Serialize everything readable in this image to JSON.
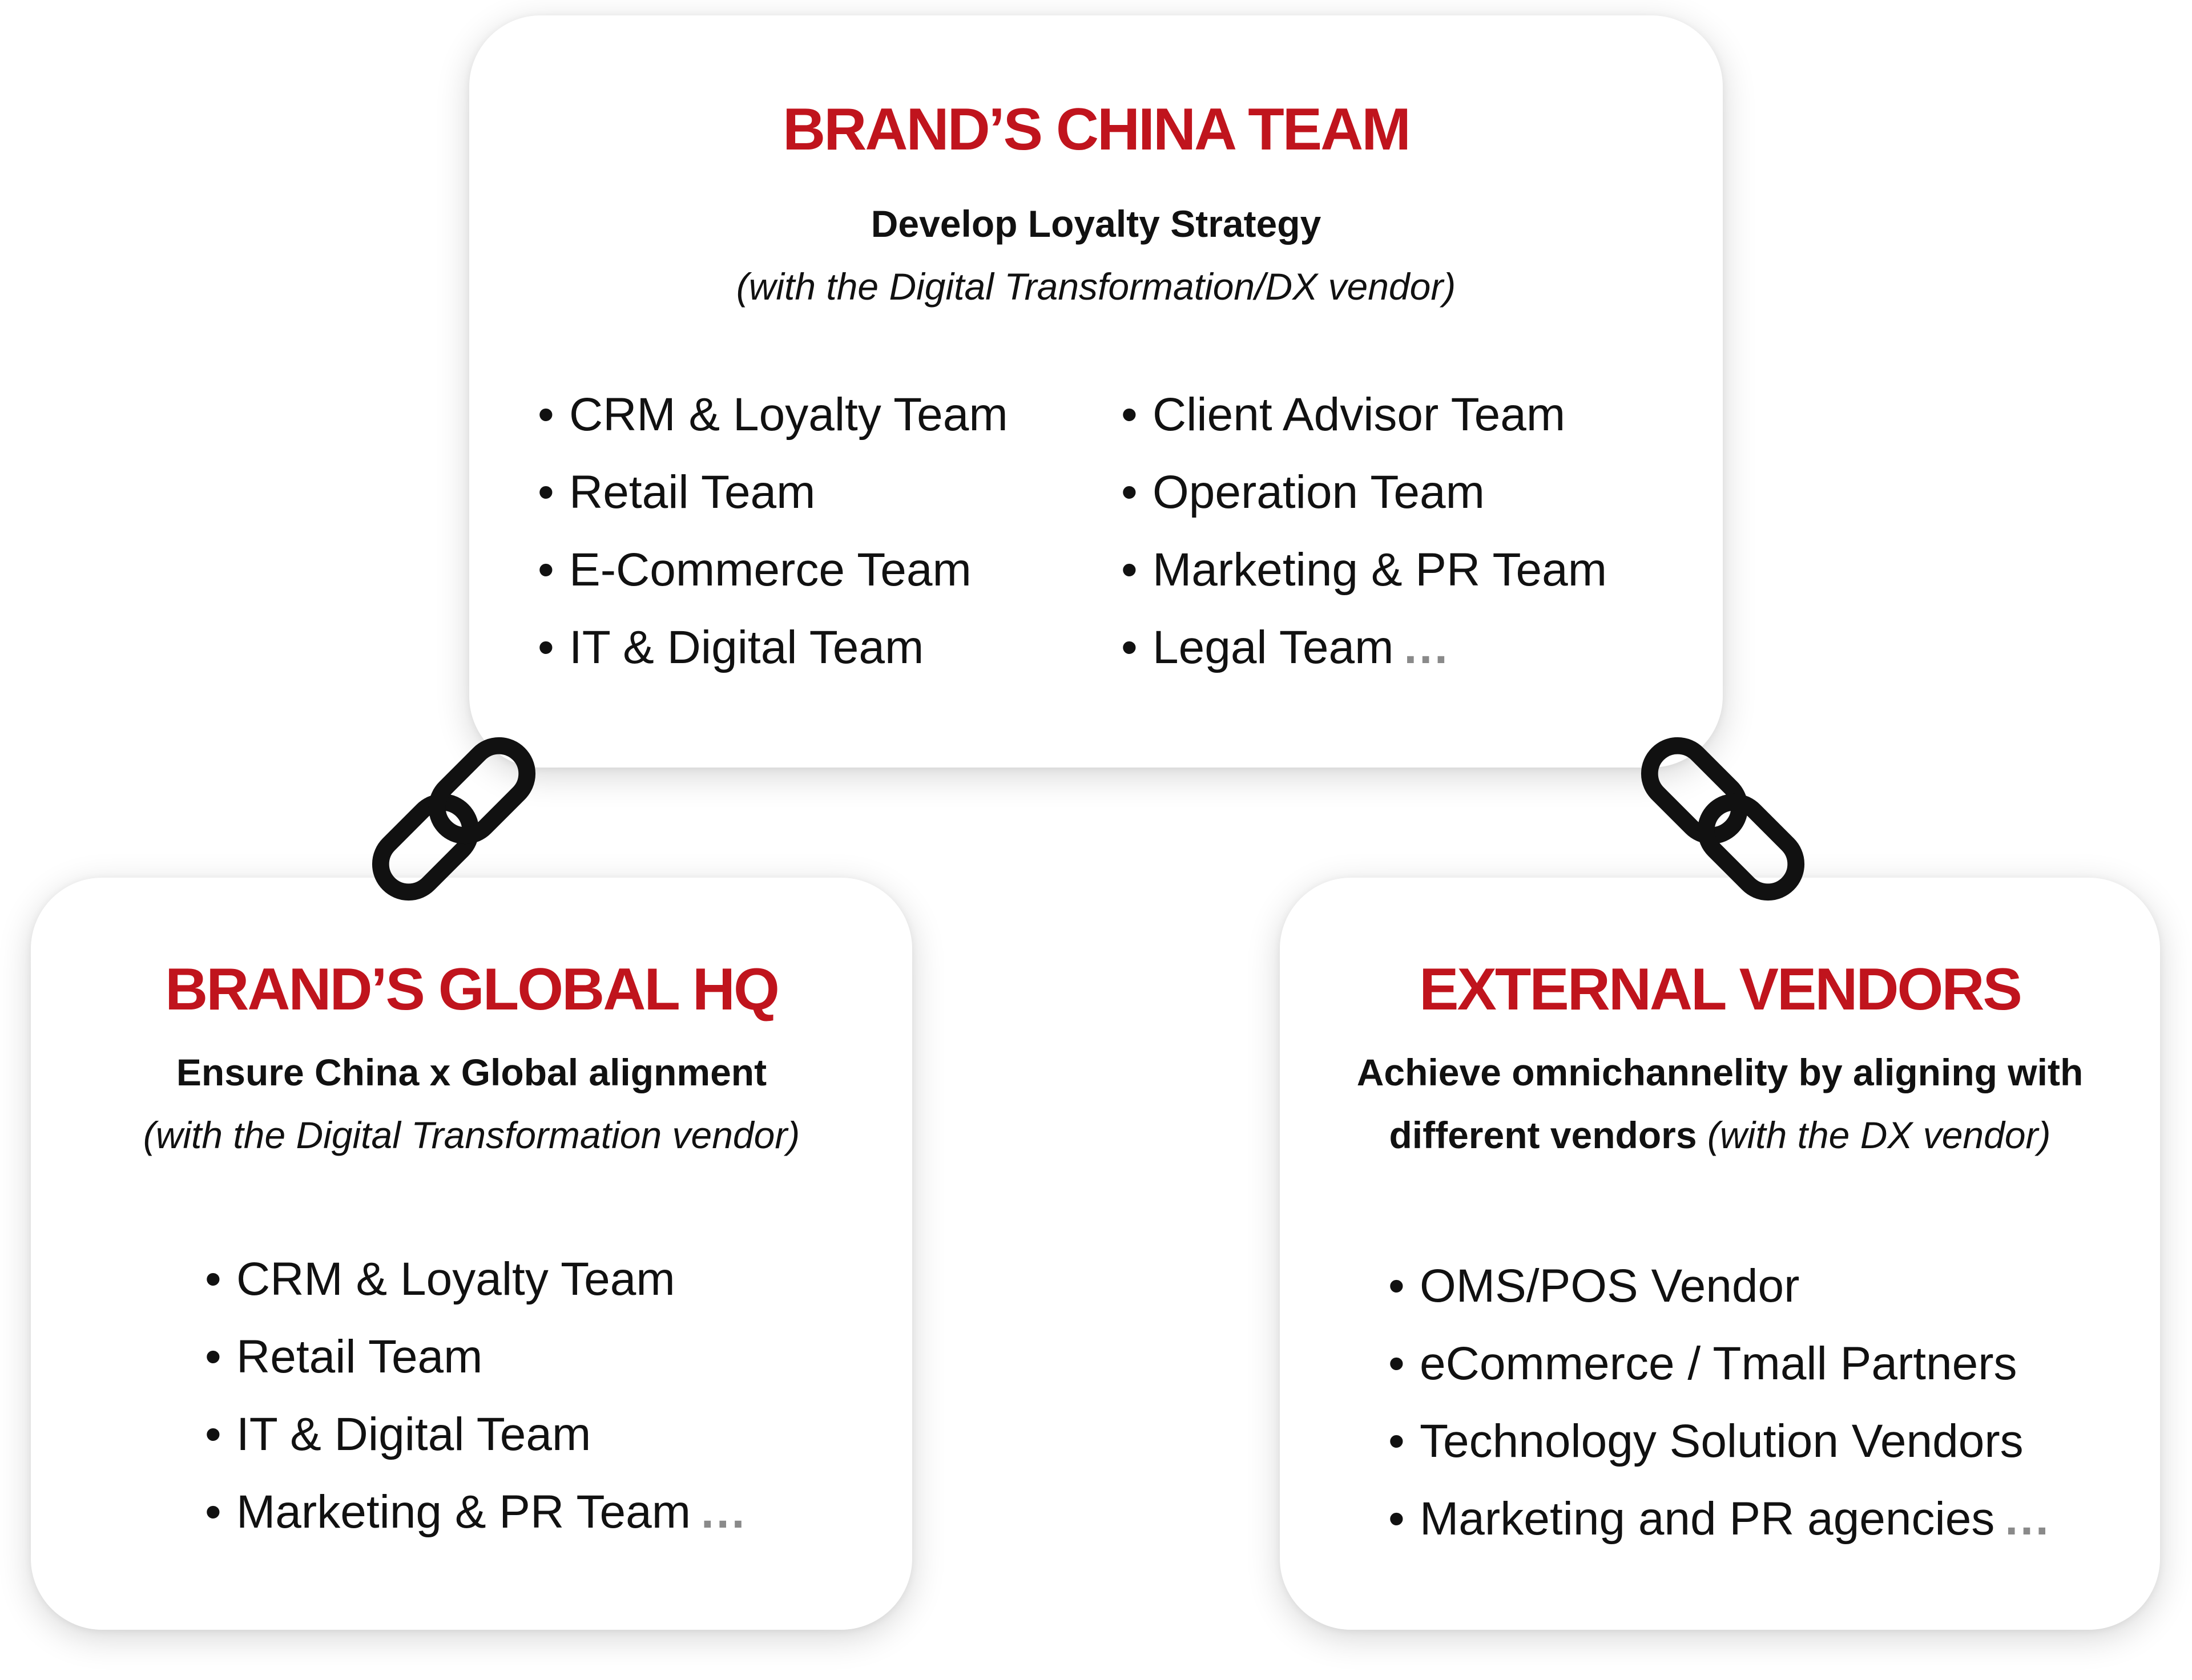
{
  "china_team": {
    "title": "BRAND’S CHINA TEAM",
    "subtitle": "Develop Loyalty Strategy",
    "note": "(with the Digital Transformation/DX vendor)",
    "teams_left": [
      "CRM & Loyalty Team",
      "Retail Team",
      "E-Commerce Team",
      "IT & Digital Team"
    ],
    "teams_right": [
      "Client Advisor Team",
      "Operation Team",
      "Marketing & PR Team",
      "Legal Team"
    ],
    "ellipsis": "..."
  },
  "global_hq": {
    "title": "BRAND’S GLOBAL HQ",
    "subtitle": "Ensure China x Global alignment",
    "note": "(with the Digital Transformation vendor)",
    "teams": [
      "CRM & Loyalty Team",
      "Retail Team",
      "IT & Digital Team",
      "Marketing & PR Team"
    ],
    "ellipsis": "..."
  },
  "external_vendors": {
    "title": "EXTERNAL VENDORS",
    "subtitle_line1": "Achieve omnichannelity by aligning with",
    "subtitle_line2": "different vendors",
    "note": "(with the DX vendor)",
    "items": [
      "OMS/POS Vendor",
      "eCommerce / Tmall Partners",
      "Technology Solution Vendors",
      "Marketing and PR agencies"
    ],
    "ellipsis": "..."
  },
  "bullet": "•",
  "icons": {
    "left_connector": "chain-link-icon",
    "right_connector": "chain-link-icon"
  },
  "colors": {
    "title_red": "#c0141d",
    "text": "#111111",
    "ellipsis_gray": "#8a8a8a"
  }
}
